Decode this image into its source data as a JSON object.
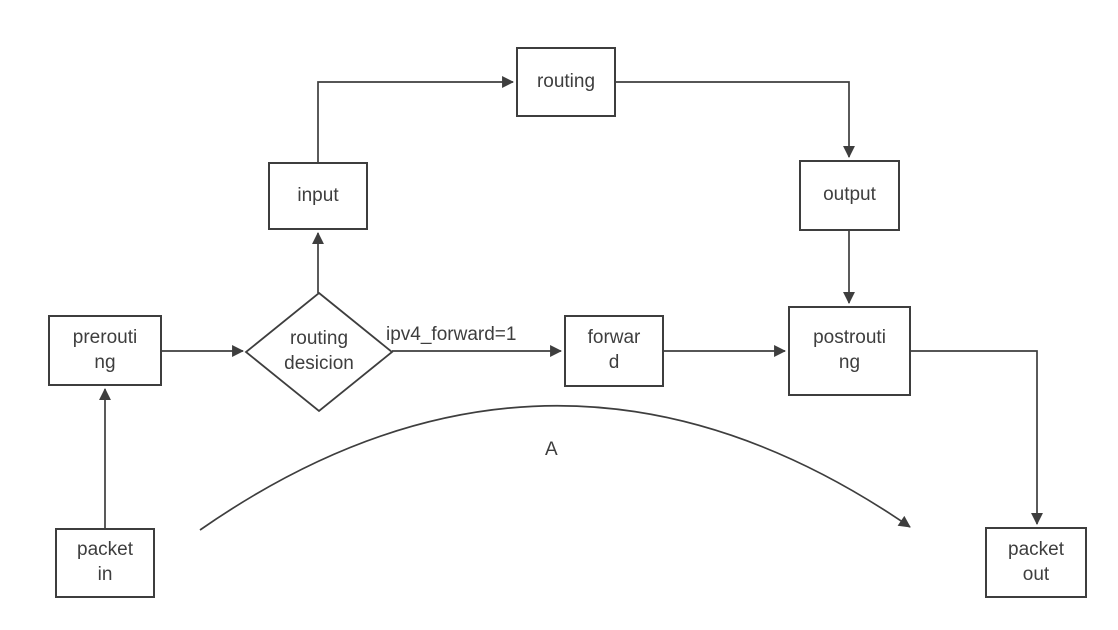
{
  "diagram": {
    "background": "#ffffff",
    "stroke_color": "#3e3e3e",
    "nodes": {
      "packet_in": {
        "label": "packet\nin",
        "shape": "rect"
      },
      "prerouting": {
        "label": "prerouti\nng",
        "shape": "rect"
      },
      "routing_decision": {
        "label": "routing\ndesicion",
        "shape": "diamond"
      },
      "input": {
        "label": "input",
        "shape": "rect"
      },
      "routing": {
        "label": "routing",
        "shape": "rect"
      },
      "output": {
        "label": "output",
        "shape": "rect"
      },
      "forward": {
        "label": "forwar\nd",
        "shape": "rect"
      },
      "postrouting": {
        "label": "postrouti\nng",
        "shape": "rect"
      },
      "packet_out": {
        "label": "packet\nout",
        "shape": "rect"
      }
    },
    "edge_labels": {
      "ipv4_forward": "ipv4_forward=1",
      "curve": "A"
    },
    "edges": [
      {
        "from": "packet_in",
        "to": "prerouting"
      },
      {
        "from": "prerouting",
        "to": "routing_decision"
      },
      {
        "from": "routing_decision",
        "to": "input"
      },
      {
        "from": "input",
        "to": "routing"
      },
      {
        "from": "routing",
        "to": "output"
      },
      {
        "from": "output",
        "to": "postrouting"
      },
      {
        "from": "routing_decision",
        "to": "forward",
        "label": "ipv4_forward=1"
      },
      {
        "from": "forward",
        "to": "postrouting"
      },
      {
        "from": "postrouting",
        "to": "packet_out"
      },
      {
        "from": "packet_in_area",
        "to": "postrouting_area",
        "label": "A",
        "style": "curved"
      }
    ]
  }
}
